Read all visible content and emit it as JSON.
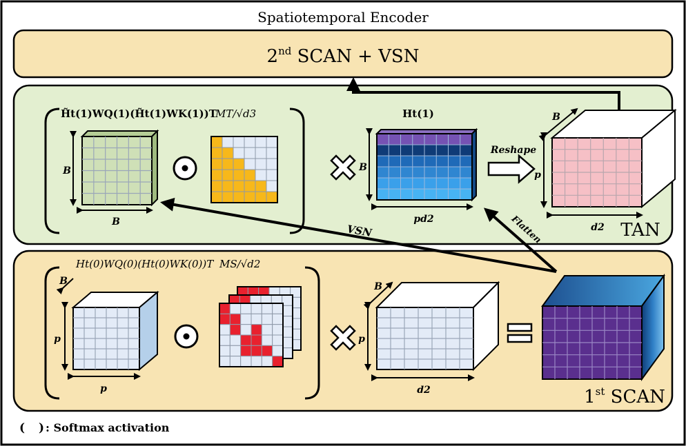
{
  "title": "Spatiotemporal Encoder",
  "top_block": {
    "label_main": "2",
    "label_sup": "nd",
    "label_rest": " SCAN + VSN"
  },
  "tan_block": {
    "name": "TAN",
    "formula_left": "H̃t(1)WQ(1)(H̃t(1)WK(1))T",
    "mask_label": "MT/√d3",
    "h_label": "Ht(1)",
    "reshape_label": "Reshape",
    "dim_B": "B",
    "dim_p": "p",
    "dim_pd2": "pd2",
    "dim_d2": "d2"
  },
  "scan_block": {
    "name_main": "1",
    "name_sup": "st",
    "name_rest": " SCAN",
    "formula_left": "Ht(0)WQ(0)(Ht(0)WK(0))T",
    "mask_label": "MS/√d2",
    "dim_B": "B",
    "dim_p": "p",
    "dim_d2": "d2"
  },
  "arrows": {
    "vsn_label": "VSN",
    "flatten_label": "Flatten"
  },
  "legend": {
    "text": ": Softmax activation"
  },
  "colors": {
    "outer_bg": "#ffffff",
    "top_fill": "#f8e4b3",
    "tan_fill": "#e3efd0",
    "scan_fill": "#f8e4b3",
    "green_cube": "#cfe0b7",
    "mask_orange": "#f7b81a",
    "mask_light": "#e3ebf7",
    "mask_red": "#e8212e",
    "pink_cube": "#f6c0c6",
    "light_cube": "#e3ebf7",
    "purple_cube": "#5a2f8e",
    "blue_light": "#2f9ee6",
    "blue_dark": "#0d3c7a"
  }
}
